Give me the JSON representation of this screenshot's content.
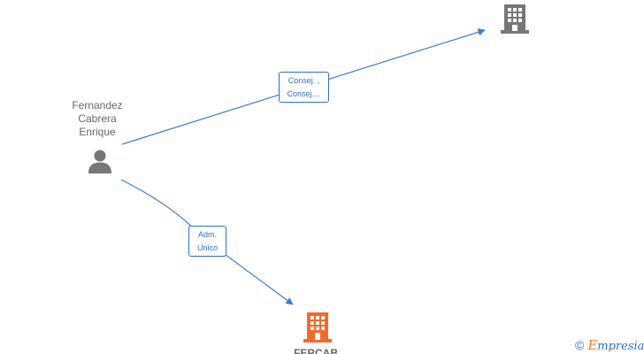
{
  "person": {
    "name_lines": [
      "Fernandez",
      "Cabrera",
      "Enrique"
    ],
    "icon": "person-icon"
  },
  "company_top": {
    "icon": "building-icon",
    "color": "#777777"
  },
  "company_bottom": {
    "name": "FERCAB",
    "icon": "building-icon",
    "color": "#f26a2e"
  },
  "edges": [
    {
      "label_lines": [
        "Consej. ,",
        "Consej...."
      ]
    },
    {
      "label_lines": [
        "Adm.",
        "Unico"
      ]
    }
  ],
  "footer": {
    "copyright_symbol": "©",
    "brand_initial": "E",
    "brand_rest": "mpresia"
  },
  "colors": {
    "edge": "#3a7bd5",
    "label_text": "#666666"
  }
}
